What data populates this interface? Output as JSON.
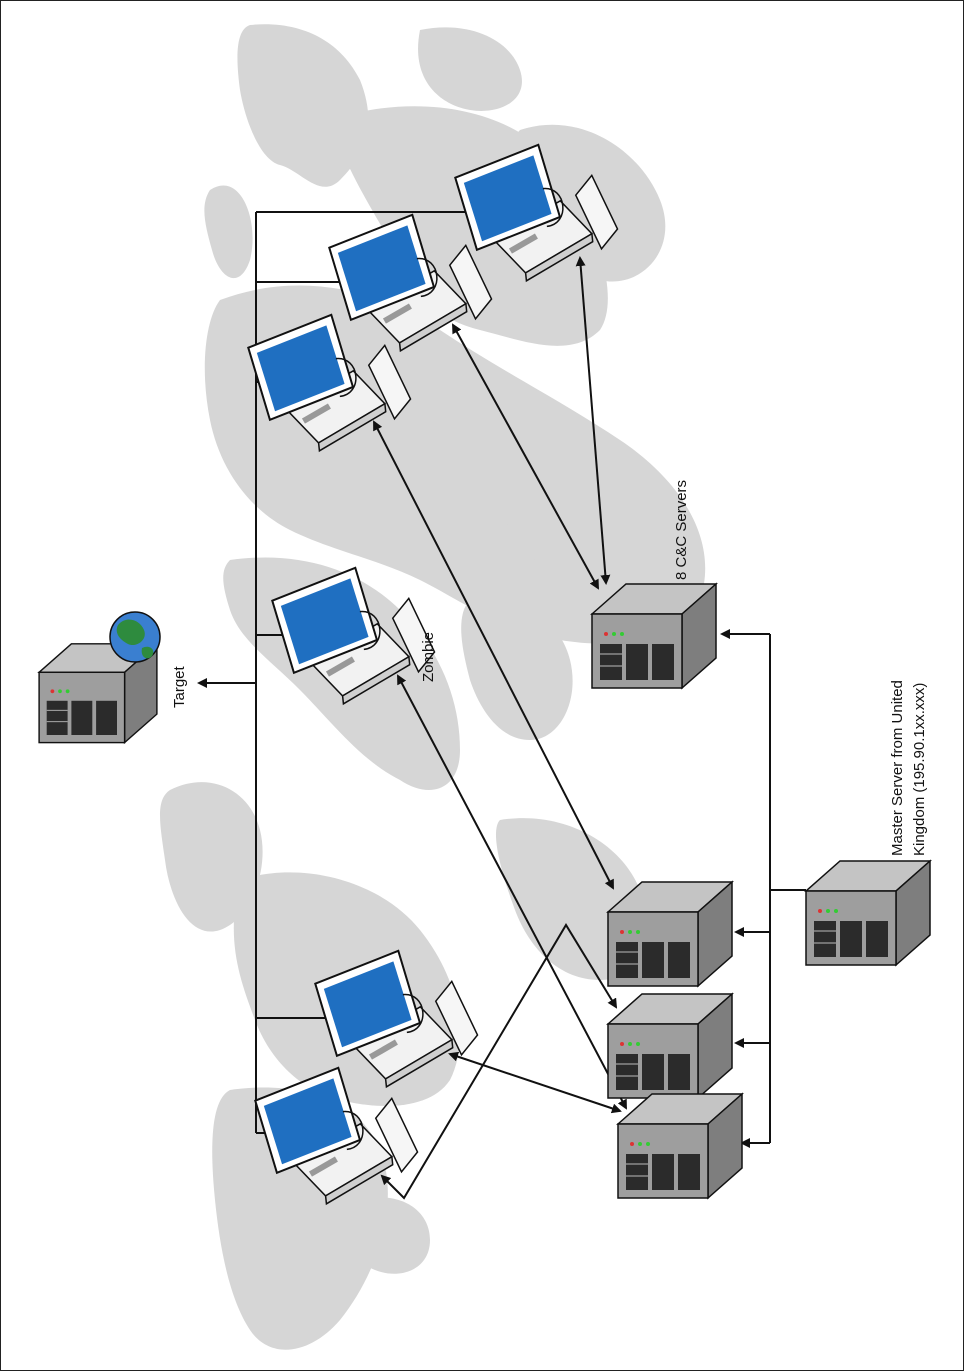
{
  "diagram": {
    "labels": {
      "target": "Target",
      "zombie": "Zombie",
      "cc_servers": "8 C&C Servers",
      "master_line1": "Master Server from United",
      "master_line2": "Kingdom (195.90.1xx.xxx)"
    },
    "colors": {
      "screen": "#1f6fc1",
      "server_body": "#9e9e9e",
      "server_top": "#c4c4c4",
      "server_side": "#7e7e7e",
      "map": "#d6d6d6",
      "globe_ocean": "#3a7fd0",
      "globe_land": "#2e8b3e"
    },
    "icons": [
      "globe-icon",
      "server-icon",
      "workstation-icon",
      "world-map"
    ]
  }
}
